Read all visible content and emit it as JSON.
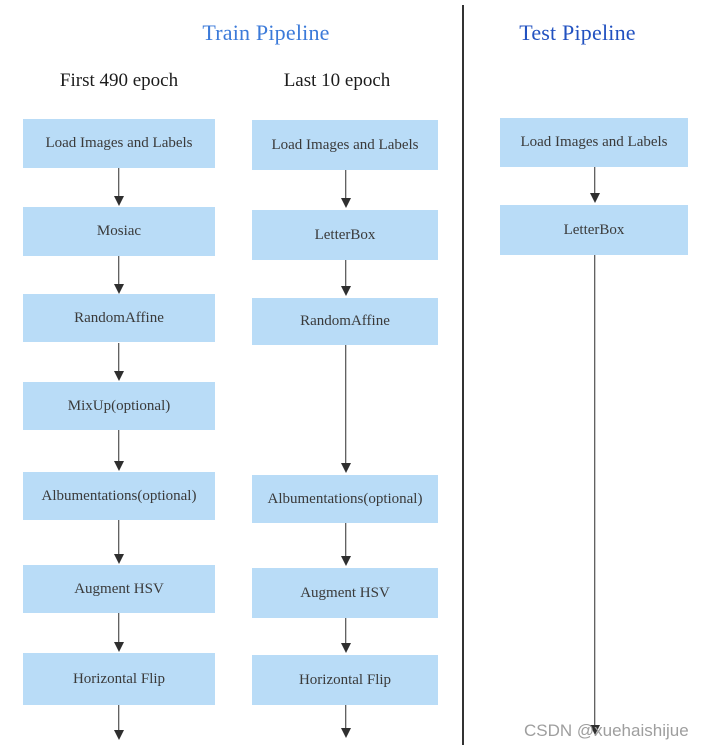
{
  "train": {
    "title": "Train Pipeline",
    "columns": [
      {
        "header": "First 490 epoch",
        "nodes": [
          "Load Images and Labels",
          "Mosiac",
          "RandomAffine",
          "MixUp(optional)",
          "Albumentations(optional)",
          "Augment HSV",
          "Horizontal Flip"
        ]
      },
      {
        "header": "Last 10 epoch",
        "nodes": [
          "Load Images and Labels",
          "LetterBox",
          "RandomAffine",
          "Albumentations(optional)",
          "Augment HSV",
          "Horizontal Flip"
        ]
      }
    ]
  },
  "test": {
    "title": "Test Pipeline",
    "nodes": [
      "Load Images and Labels",
      "LetterBox"
    ]
  },
  "watermark": "CSDN @xuehaishijue",
  "colors": {
    "box_fill": "#b9dcf7",
    "box_text": "#3a3a3a",
    "train_title": "#3b7ad9",
    "test_title": "#2151c0",
    "arrow": "#2f2f2f",
    "divider": "#333333",
    "watermark": "#9e9e9e"
  }
}
